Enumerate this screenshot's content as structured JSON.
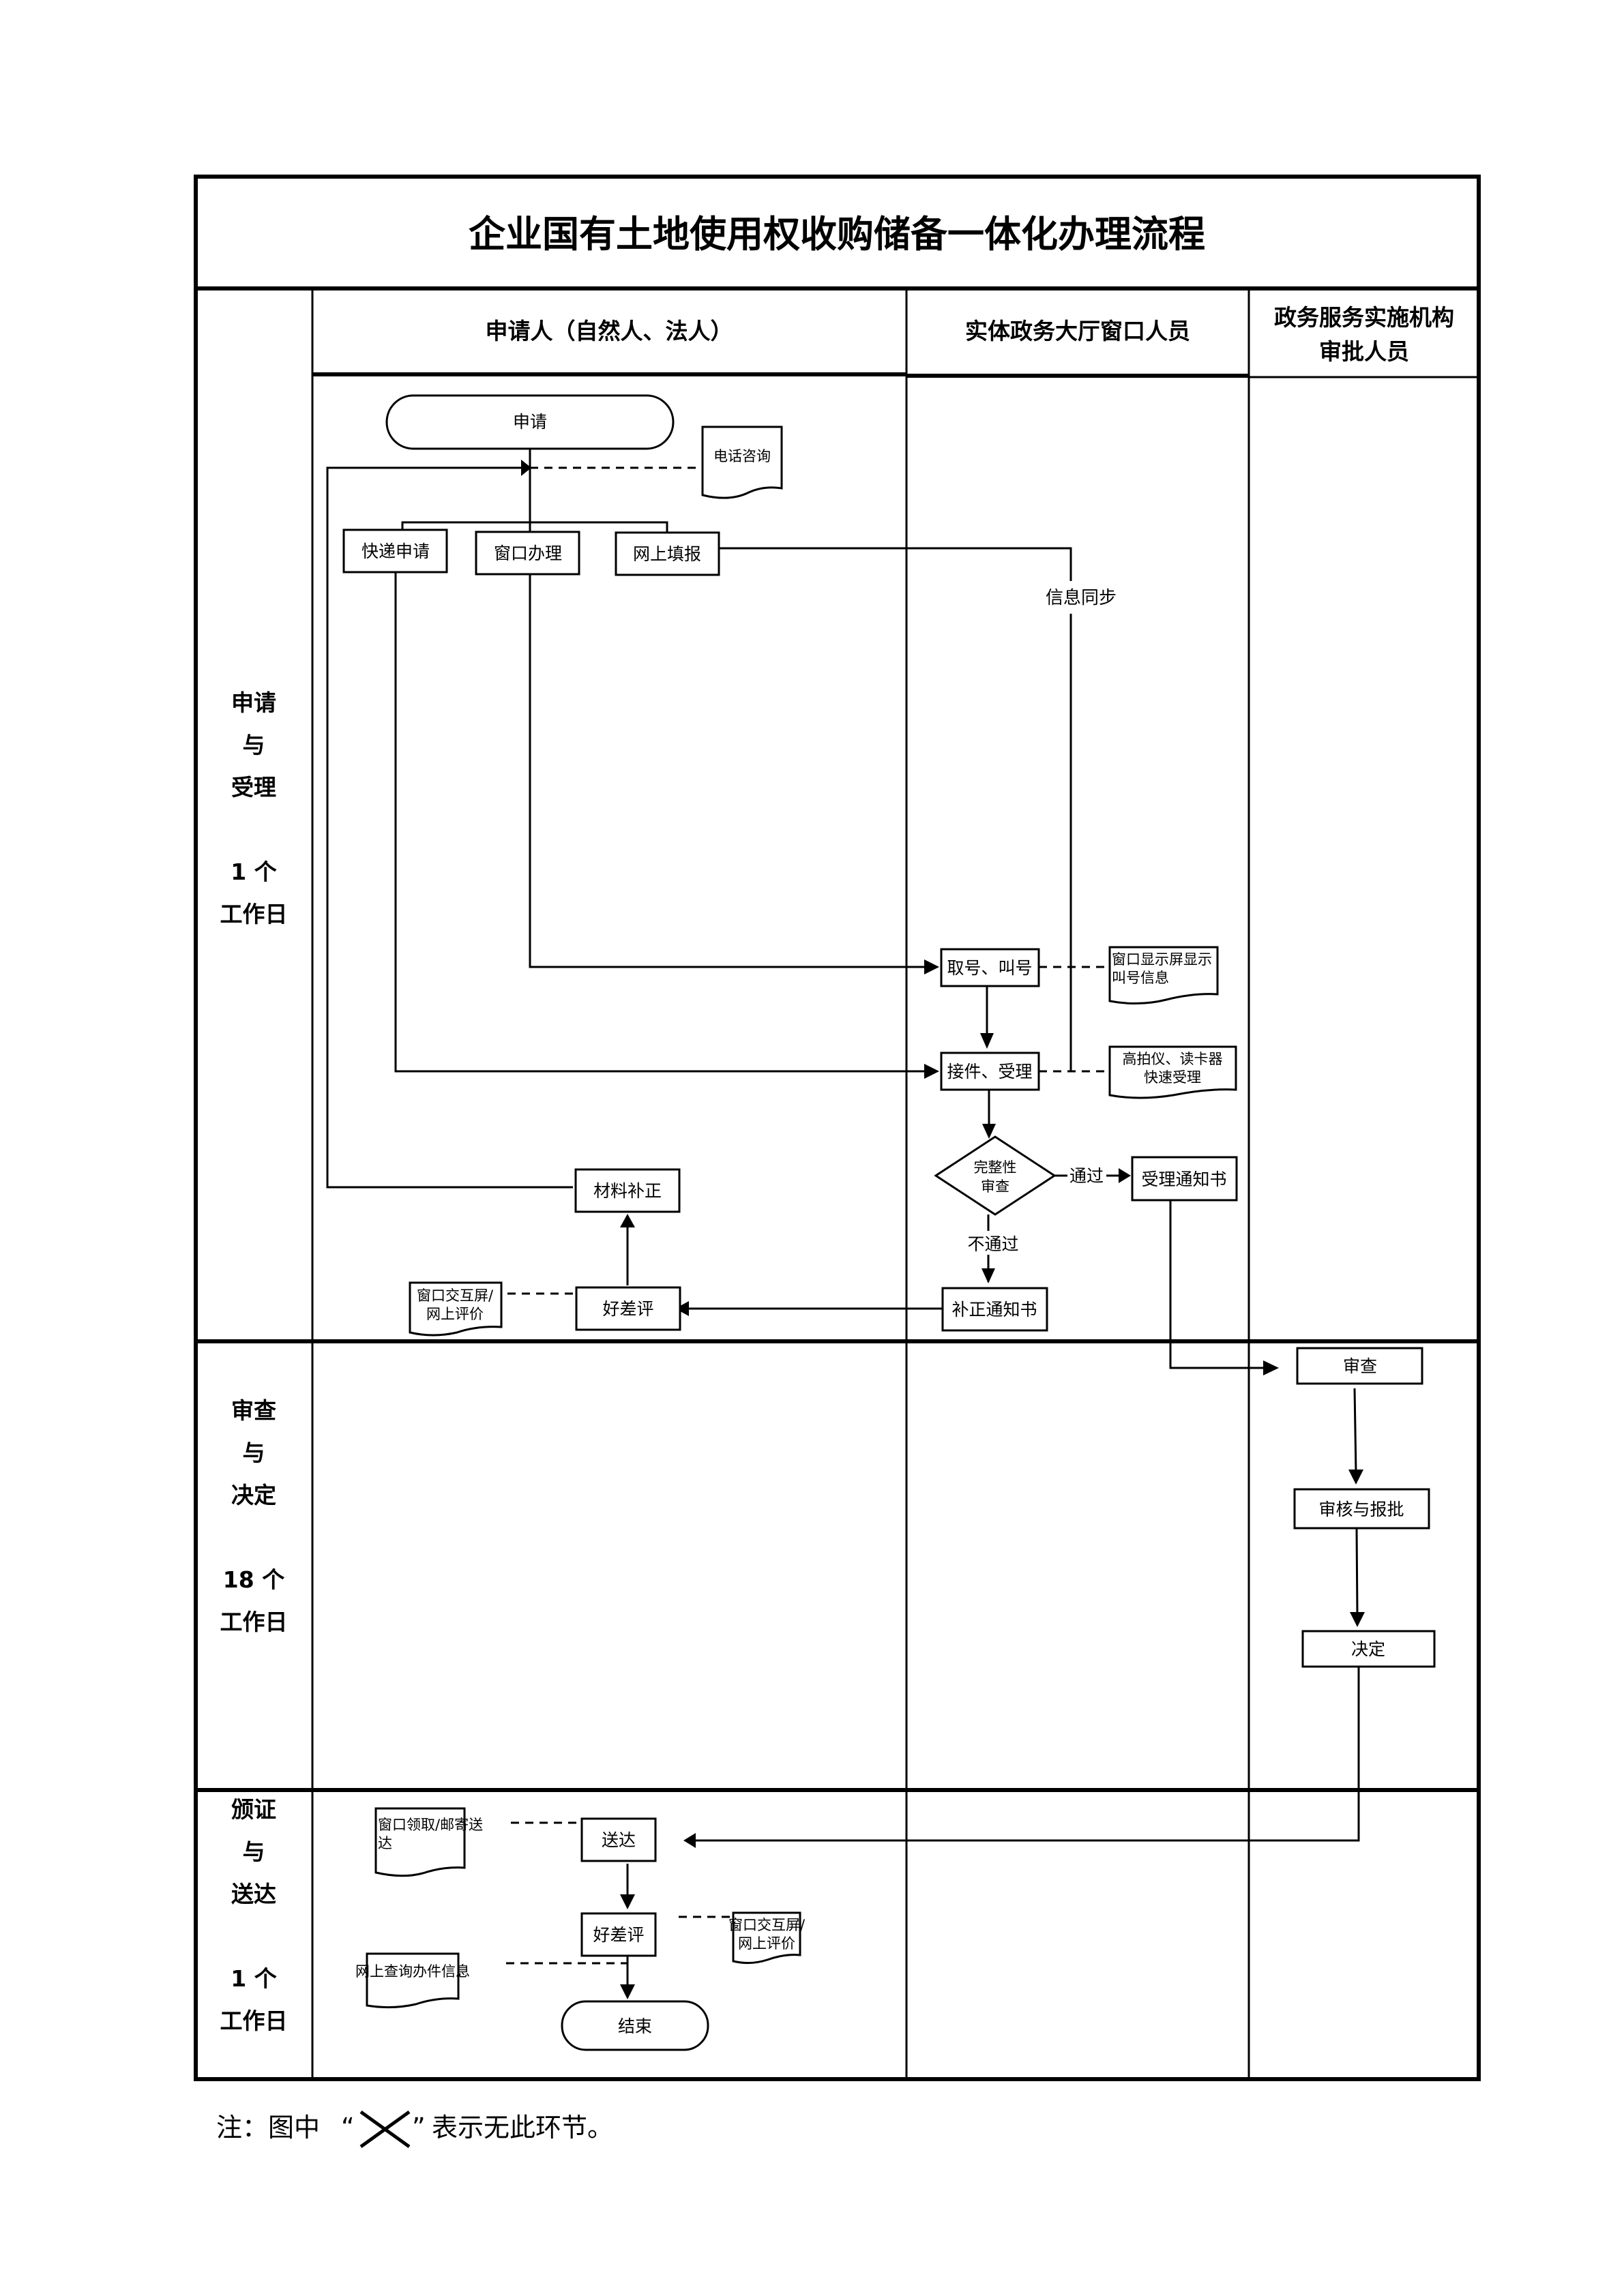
{
  "title": "企业国有土地使用权收购储备一体化办理流程",
  "columns": {
    "applicant": "申请人（自然人、法人）",
    "window_staff": "实体政务大厅窗口人员",
    "approver_line1": "政务服务实施机构",
    "approver_line2": "审批人员"
  },
  "phases": [
    {
      "lines": [
        "申请",
        "与",
        "受理"
      ],
      "days": [
        "1 个",
        "工作日"
      ]
    },
    {
      "lines": [
        "审查",
        "与",
        "决定"
      ],
      "days": [
        "18 个",
        "工作日"
      ]
    },
    {
      "lines": [
        "颁证",
        "与",
        "送达"
      ],
      "days": [
        "1 个",
        "工作日"
      ]
    }
  ],
  "nodes": {
    "start": "申请",
    "phone_consult": "电话咨询",
    "express_apply": "快递申请",
    "window_handle": "窗口办理",
    "online_fill": "网上填报",
    "info_sync": "信息同步",
    "take_number": "取号、叫号",
    "window_display": [
      "窗口显示屏显示",
      "叫号信息"
    ],
    "receive_accept": "接件、受理",
    "scanner_reader": [
      "高拍仪、读卡器",
      "快速受理"
    ],
    "completeness_check": [
      "完整性",
      "审查"
    ],
    "pass": "通过",
    "fail": "不通过",
    "acceptance_notice": "受理通知书",
    "correction_notice": "补正通知书",
    "material_correction": "材料补正",
    "rating_1": "好差评",
    "rating_doc_1": [
      "窗口交互屏/",
      "网上评价"
    ],
    "review": "审查",
    "audit_report": "审核与报批",
    "decision": "决定",
    "deliver": "送达",
    "deliver_doc": [
      "窗口领取/邮寄送",
      "达"
    ],
    "rating_2": "好差评",
    "rating_doc_2": [
      "窗口交互屏/",
      "网上评价"
    ],
    "online_query": "网上查询办件信息",
    "end": "结束"
  },
  "footnote": {
    "prefix": "注：图中",
    "open_quote": "“",
    "close_quote": "”",
    "suffix": "表示无此环节。",
    "symbol_icon": "cross-icon"
  }
}
